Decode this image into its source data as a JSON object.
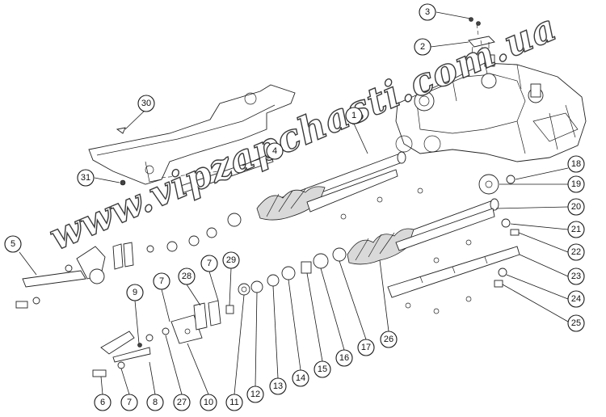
{
  "watermark": "www.vipzapchasti.com.ua",
  "callouts": [
    {
      "label": "1"
    },
    {
      "label": "2"
    },
    {
      "label": "3"
    },
    {
      "label": "4"
    },
    {
      "label": "5"
    },
    {
      "label": "6"
    },
    {
      "label": "7"
    },
    {
      "label": "7"
    },
    {
      "label": "7"
    },
    {
      "label": "8"
    },
    {
      "label": "9"
    },
    {
      "label": "10"
    },
    {
      "label": "11"
    },
    {
      "label": "12"
    },
    {
      "label": "13"
    },
    {
      "label": "14"
    },
    {
      "label": "15"
    },
    {
      "label": "16"
    },
    {
      "label": "17"
    },
    {
      "label": "18"
    },
    {
      "label": "19"
    },
    {
      "label": "20"
    },
    {
      "label": "21"
    },
    {
      "label": "22"
    },
    {
      "label": "23"
    },
    {
      "label": "24"
    },
    {
      "label": "25"
    },
    {
      "label": "26"
    },
    {
      "label": "27"
    },
    {
      "label": "28"
    },
    {
      "label": "29"
    },
    {
      "label": "30"
    },
    {
      "label": "31"
    }
  ]
}
